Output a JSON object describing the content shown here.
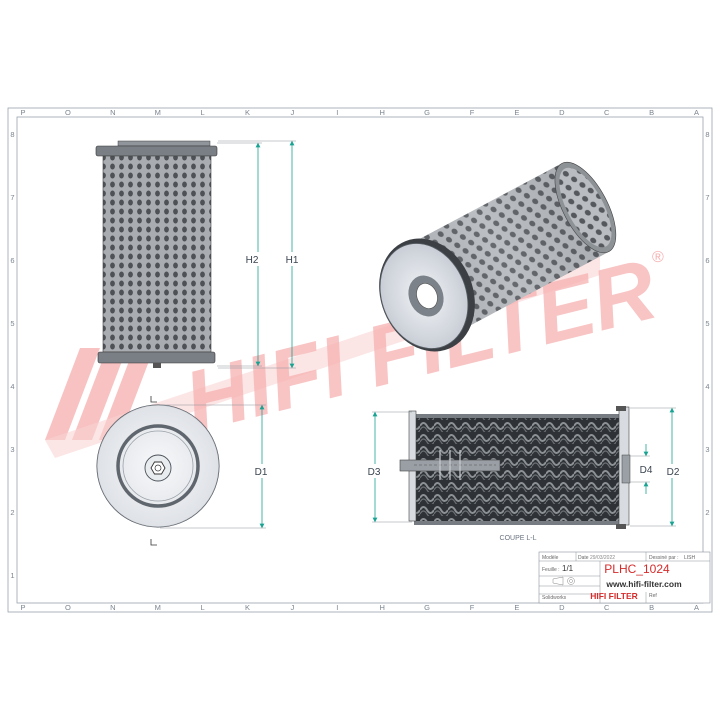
{
  "frame": {
    "columns": [
      "P",
      "O",
      "N",
      "M",
      "L",
      "K",
      "J",
      "I",
      "H",
      "G",
      "F",
      "E",
      "D",
      "C",
      "B",
      "A"
    ],
    "rows": [
      "8",
      "7",
      "6",
      "5",
      "4",
      "3",
      "2",
      "1"
    ]
  },
  "watermark": {
    "text": "HIFI FILTER",
    "registered": "®",
    "color": "#f26a6a"
  },
  "dimensions": {
    "h2": "H2",
    "h1": "H1",
    "d1": "D1",
    "d3": "D3",
    "d4": "D4",
    "d2": "D2"
  },
  "section": {
    "label": "COUPE L-L",
    "mark": "L"
  },
  "title_block": {
    "modele_label": "Modèle",
    "date_label": "Date",
    "date_value": "29/03/2022",
    "dessine_label": "Dessiné par :",
    "dessine_value": "LISH",
    "feuille_label": "Feuille :",
    "feuille_value": "1/1",
    "part_number": "PLHC_1024",
    "website": "www.hifi-filter.com",
    "soldworks_label": "Solidworks",
    "company": "HIFI FILTER",
    "ref_label": "Ref"
  },
  "colors": {
    "accent_red": "#d62b2b",
    "line": "#7b8591",
    "arrow": "#1aa392"
  }
}
